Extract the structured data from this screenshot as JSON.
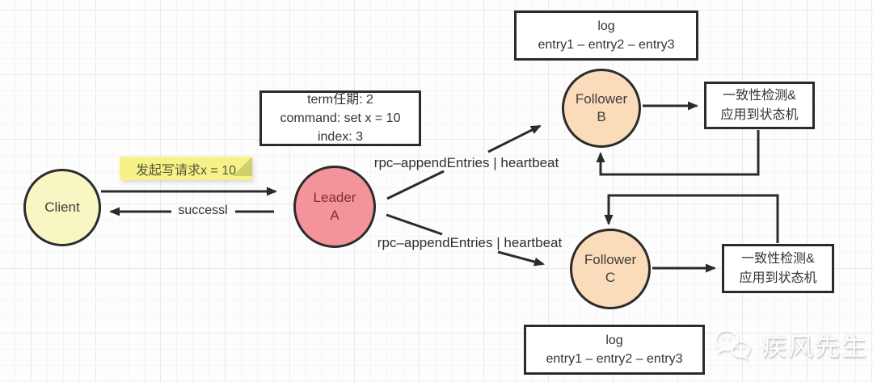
{
  "nodes": {
    "client": {
      "label": "Client"
    },
    "leader": {
      "line1": "Leader",
      "line2": "A"
    },
    "follower_b": {
      "line1": "Follower",
      "line2": "B"
    },
    "follower_c": {
      "line1": "Follower",
      "line2": "C"
    }
  },
  "boxes": {
    "log_top": {
      "title": "log",
      "entries": "entry1 – entry2 – entry3"
    },
    "log_bottom": {
      "title": "log",
      "entries": "entry1 – entry2 – entry3"
    },
    "term": {
      "line1": "term任期: 2",
      "line2": "command: set x = 10",
      "line3": "index: 3"
    },
    "consistency_top": {
      "line1": "一致性检测&",
      "line2": "应用到状态机"
    },
    "consistency_bottom": {
      "line1": "一致性检测&",
      "line2": "应用到状态机"
    }
  },
  "labels": {
    "write_request_note": "发起写请求x = 10",
    "success": "successl",
    "rpc_top": "rpc–appendEntries | heartbeat",
    "rpc_bottom": "rpc–appendEntries | heartbeat"
  },
  "watermark": {
    "text": "疾风先生",
    "icon": "wechat-icon"
  },
  "colors": {
    "client_fill": "#f8f7c4",
    "leader_fill": "#f49399",
    "follower_fill": "#fadcbb",
    "stroke": "#2b2b2b",
    "note_fill": "#f6f288",
    "note_fold": "#cdd06d",
    "watermark": "#ffffff"
  }
}
